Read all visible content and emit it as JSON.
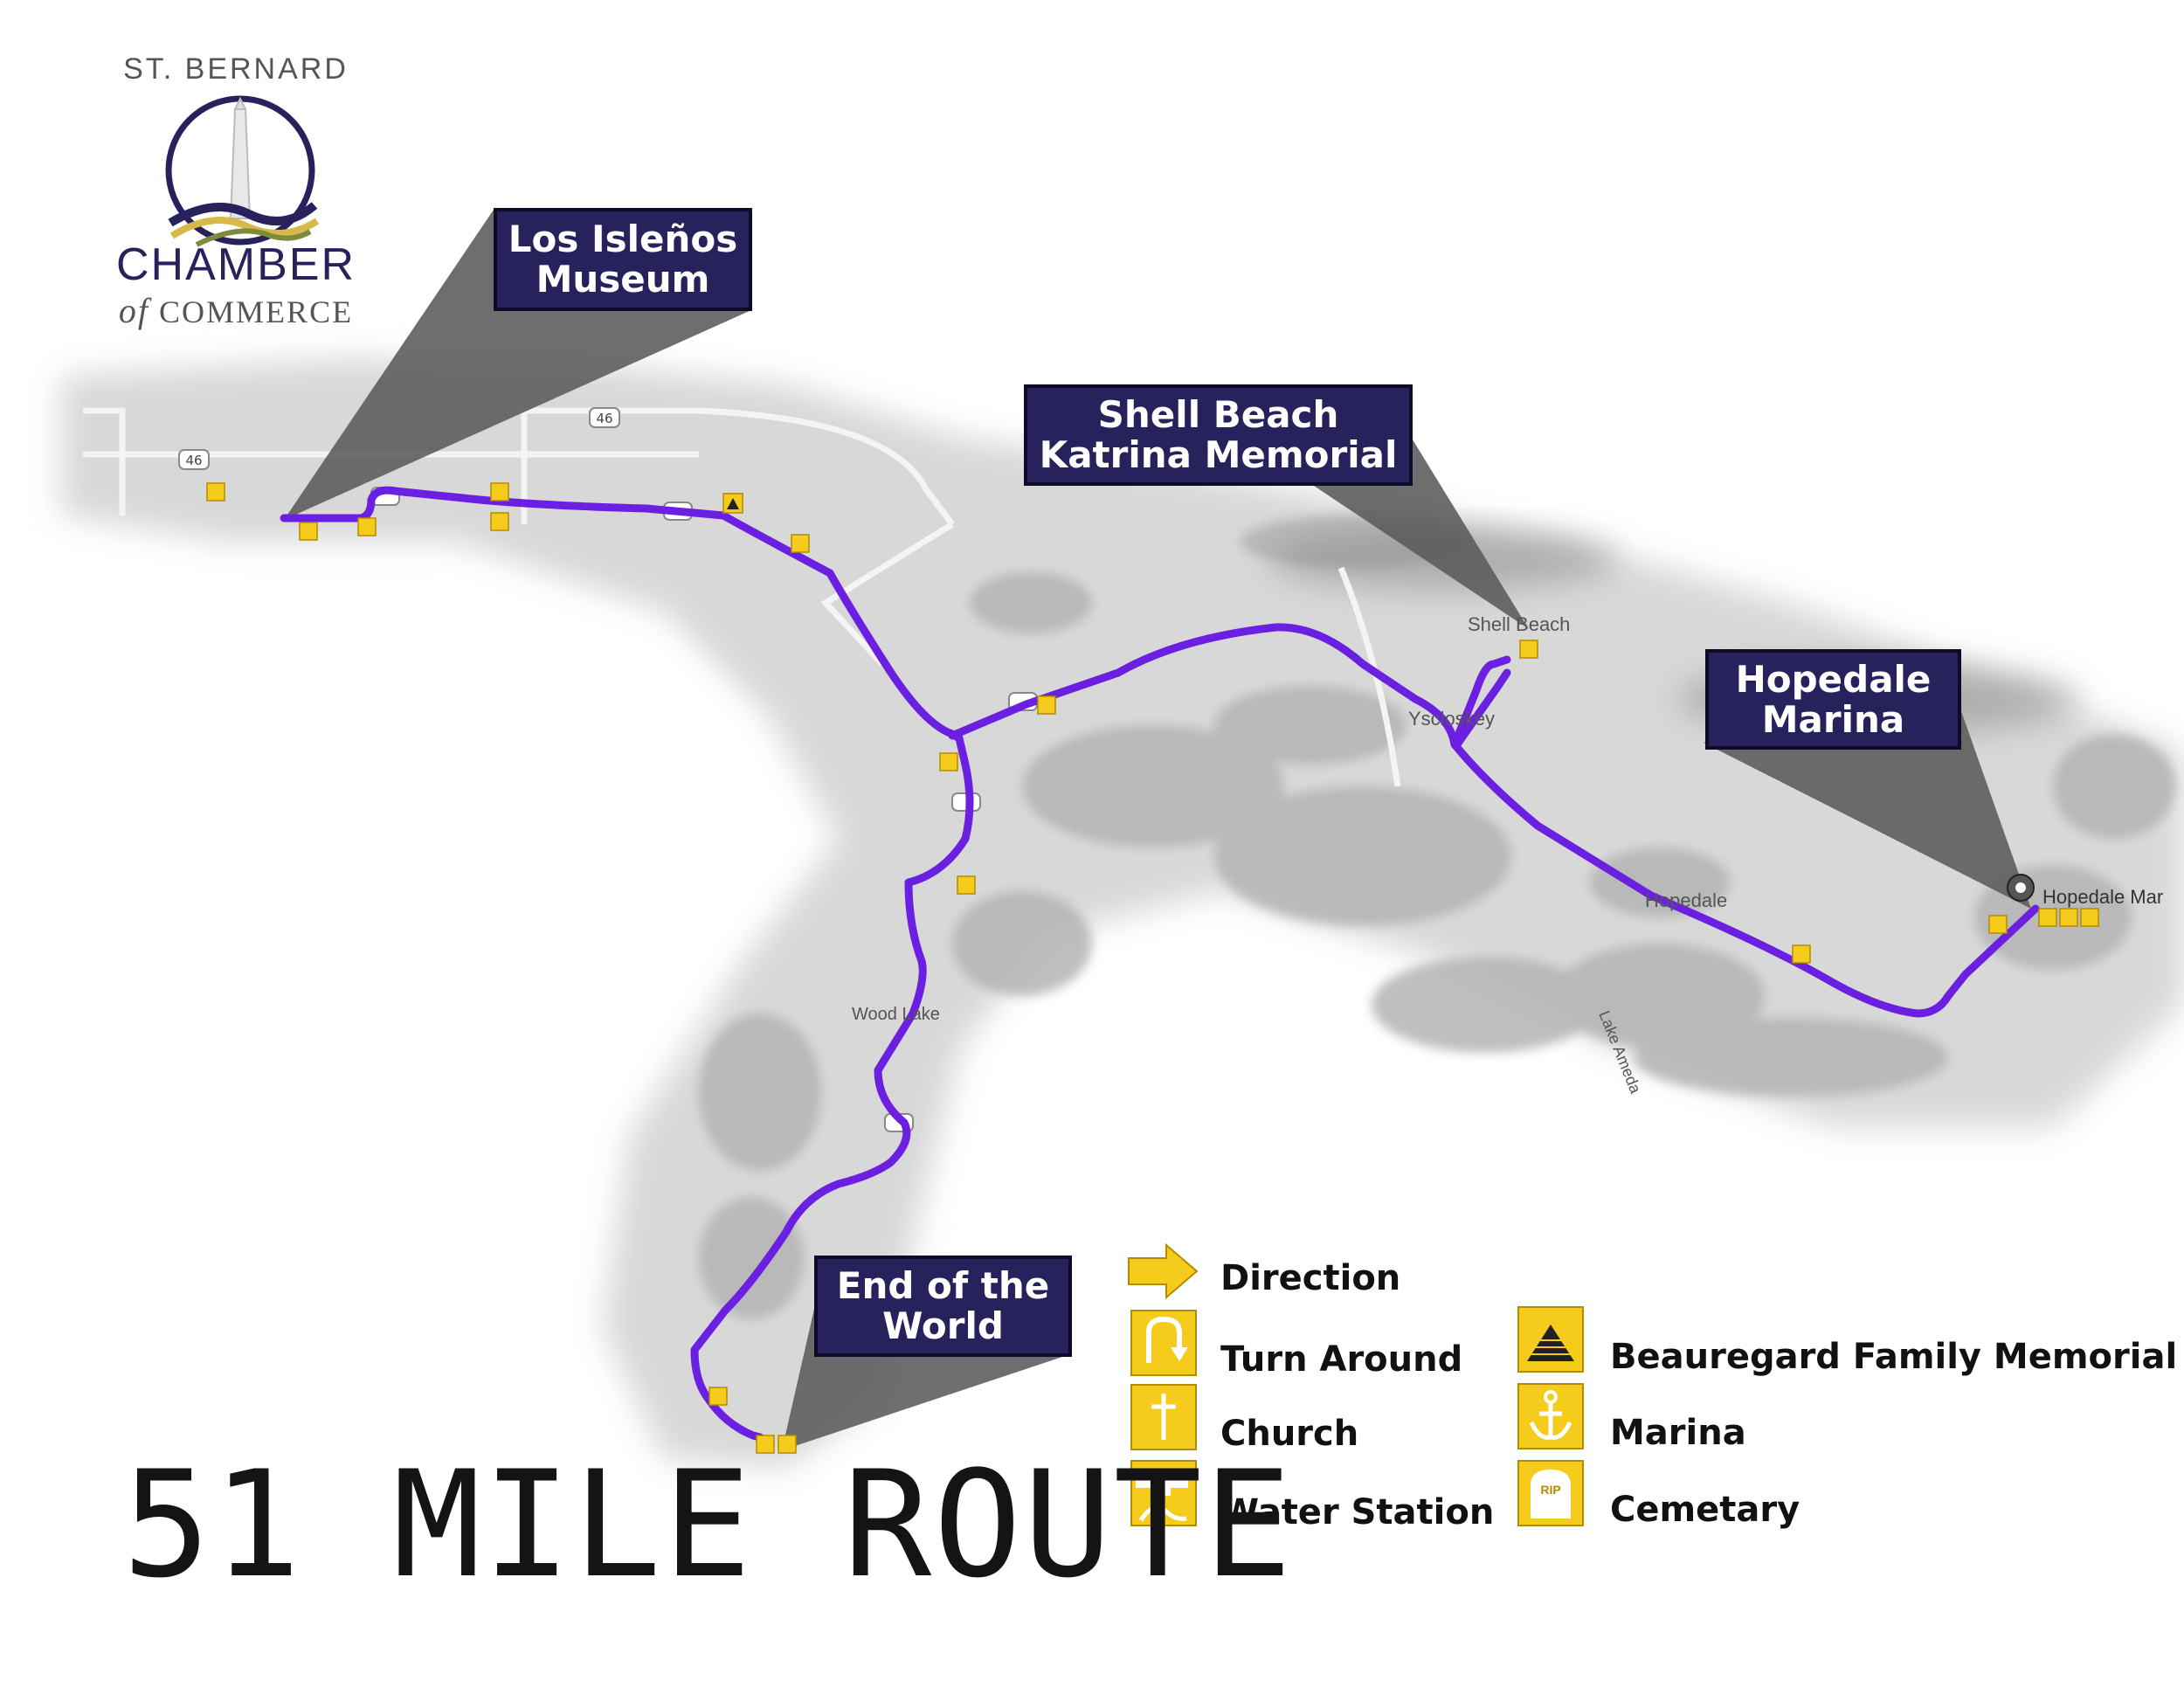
{
  "logo": {
    "top_text": "ST. BERNARD",
    "main_text": "CHAMBER",
    "sub_of": "of",
    "sub_text": "COMMERCE"
  },
  "callouts": {
    "los_islenos": [
      "Los Isleños",
      "Museum"
    ],
    "shell_beach": [
      "Shell Beach",
      "Katrina Memorial"
    ],
    "hopedale": [
      "Hopedale",
      "Marina"
    ],
    "end_world": [
      "End of the",
      "World"
    ]
  },
  "map_labels": {
    "shell_beach": "Shell Beach",
    "yscloskey": "Yscloskey",
    "hopedale": "Hopedale",
    "hopedale_marina": "Hopedale Mar",
    "wood_lake": "Wood Lake",
    "lake_ameda": "Lake Ameda"
  },
  "road_shields": {
    "route_46": "46"
  },
  "legend": {
    "direction": "Direction",
    "turn_around": "Turn Around",
    "church": "Church",
    "water_station": "Water Station",
    "beauregard": "Beauregard Family Memorial",
    "marina": "Marina",
    "cemetary": "Cemetary"
  },
  "title": "51 MILE ROUTE",
  "colors": {
    "route": "#6b1fe0",
    "callout_bg": "#27215c",
    "icon_yellow": "#f5cc1b",
    "land": "#d6d6d6",
    "water_mark": "#9a9a9a"
  }
}
